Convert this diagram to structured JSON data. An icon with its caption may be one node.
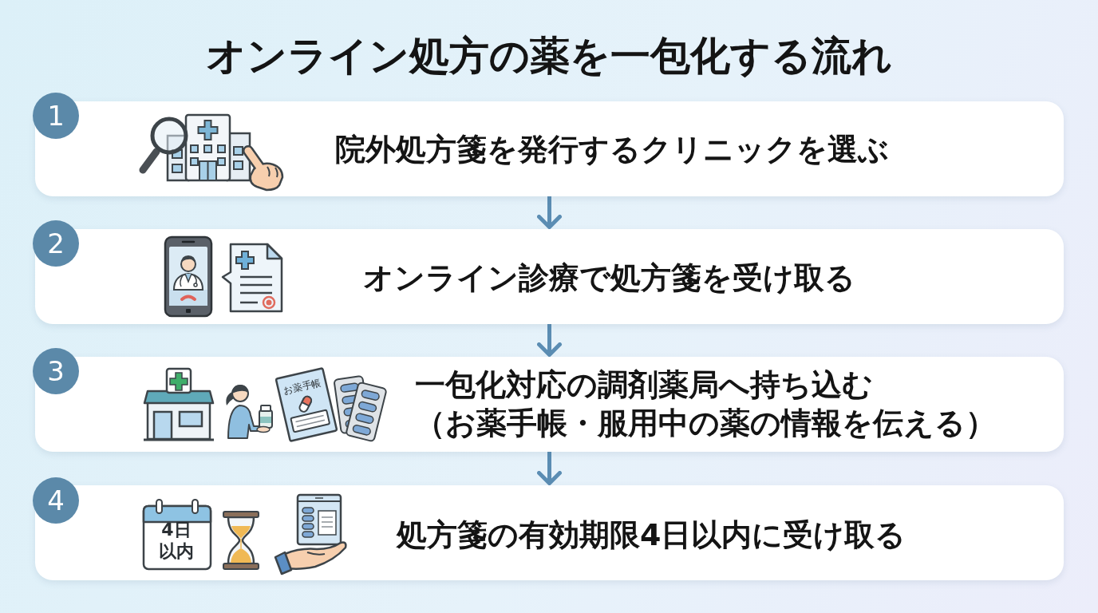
{
  "diagram": {
    "title": "オンライン処方の薬を一包化する流れ",
    "nodes": [
      {
        "text": [
          "1"
        ]
      },
      {
        "text": [
          "院外処方箋を発行するクリニックを選ぶ"
        ]
      },
      {
        "text": [
          "2"
        ]
      },
      {
        "text": [
          "オンライン診療で処方箋を受け取る"
        ]
      },
      {
        "text": [
          "3"
        ]
      },
      {
        "text": [
          "一包化対応の調剤薬局へ持ち込む",
          "（お薬手帳・服用中の薬の情報を伝える）"
        ]
      },
      {
        "text": [
          "4"
        ]
      },
      {
        "text": [
          "処方箋の有効期限4日以内に受け取る"
        ]
      }
    ],
    "edges": [
      {
        "from": 1,
        "to": 3,
        "arrow": "to"
      },
      {
        "from": 3,
        "to": 5,
        "arrow": "to"
      },
      {
        "from": 5,
        "to": 7,
        "arrow": "to"
      }
    ],
    "labels": [
      "お薬手帳",
      "4日以内"
    ]
  }
}
